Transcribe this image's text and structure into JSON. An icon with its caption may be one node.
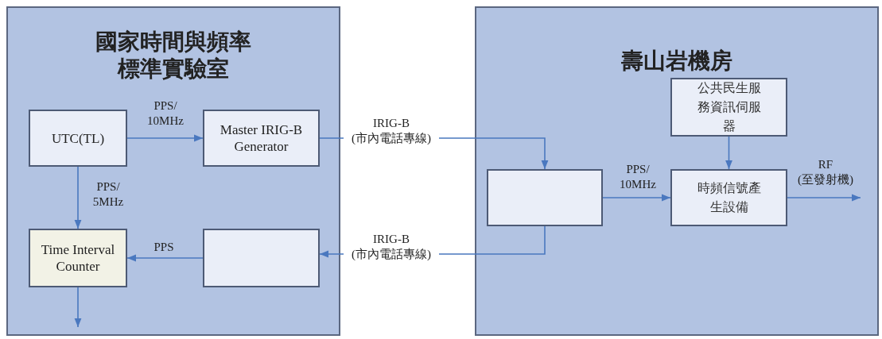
{
  "diagram": {
    "nodes": [
      {
        "text": [
          "國家時間與頻率標準實驗室"
        ]
      },
      {
        "text": [
          "UTC(TL)"
        ],
        "in": 0
      },
      {
        "text": [
          "Master IRIG-B Generator"
        ],
        "in": 0
      },
      {
        "text": [
          "Time Interval Counter"
        ],
        "in": 0
      },
      {
        "text": [],
        "shape": "box",
        "in": 0
      },
      {
        "text": [
          "壽山岩機房"
        ]
      },
      {
        "text": [
          "公共民生服務資訊伺服器"
        ],
        "in": 5
      },
      {
        "text": [],
        "shape": "box",
        "in": 5
      },
      {
        "text": [
          "時頻信號產生設備"
        ],
        "in": 5
      }
    ],
    "edges": [
      {
        "from": 1,
        "to": 2,
        "arrow": "to",
        "label": "PPS/ 10MHz"
      },
      {
        "from": 1,
        "to": 3,
        "arrow": "to",
        "label": "PPS/ 5MHz"
      },
      {
        "from": 4,
        "to": 3,
        "arrow": "to",
        "label": "PPS"
      },
      {
        "from": 2,
        "to": 7,
        "arrow": "to",
        "label": "IRIG-B (市內電話專線)"
      },
      {
        "from": 7,
        "to": 4,
        "arrow": "to",
        "label": "IRIG-B (市內電話專線)"
      },
      {
        "from": 7,
        "to": 8,
        "arrow": "to",
        "label": "PPS/ 10MHz"
      },
      {
        "from": 6,
        "to": 8,
        "arrow": "to"
      },
      {
        "from": 8,
        "to": null,
        "arrow": "to",
        "label": "RF (至發射機)"
      },
      {
        "from": 3,
        "to": null,
        "arrow": "to"
      }
    ]
  }
}
